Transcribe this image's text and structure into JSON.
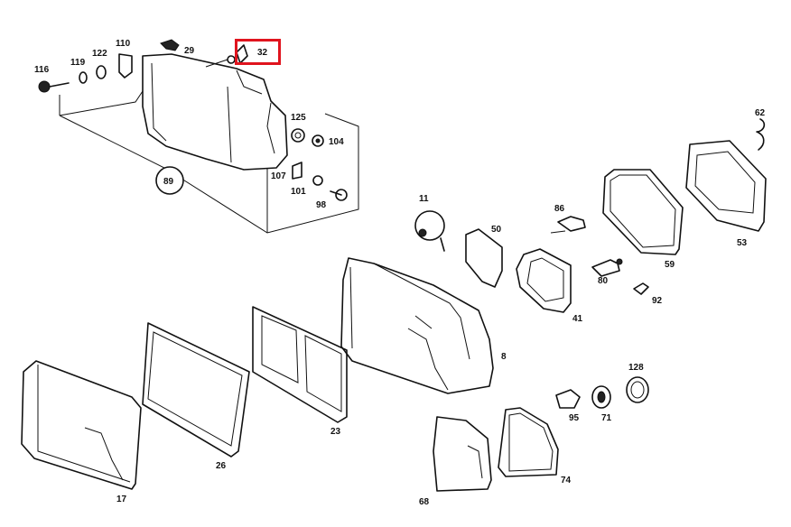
{
  "highlight": {
    "color": "#e0141e",
    "part": "32"
  },
  "labels": {
    "p116": "116",
    "p119": "119",
    "p122": "122",
    "p110": "110",
    "p29": "29",
    "p32": "32",
    "p125": "125",
    "p104": "104",
    "p107": "107",
    "p101": "101",
    "p98": "98",
    "p89": "89",
    "p62": "62",
    "p53": "53",
    "p59": "59",
    "p86": "86",
    "p11": "11",
    "p50": "50",
    "p80": "80",
    "p92": "92",
    "p41": "41",
    "p8": "8",
    "p23": "23",
    "p26": "26",
    "p17": "17",
    "p128": "128",
    "p95": "95",
    "p71": "71",
    "p68": "68",
    "p74": "74"
  }
}
